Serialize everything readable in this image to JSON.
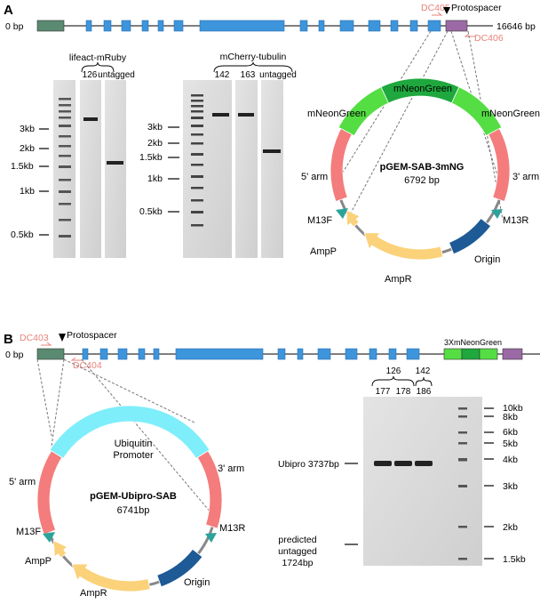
{
  "panel_a": {
    "label": "A",
    "map": {
      "start": "0 bp",
      "end": "16646 bp",
      "primer_fwd": "DC405",
      "primer_rev": "DC406",
      "protospacer": "Protospacer"
    },
    "gel1": {
      "group_label": "lifeact-mRuby",
      "lanes": [
        "126",
        "untagged"
      ],
      "markers": [
        "3kb",
        "2kb",
        "1.5kb",
        "1kb",
        "0.5kb"
      ]
    },
    "gel2": {
      "group_label": "mCherry-tubulin",
      "lanes": [
        "142",
        "163",
        "untagged"
      ],
      "markers": [
        "3kb",
        "2kb",
        "1.5kb",
        "1kb",
        "0.5kb"
      ]
    },
    "plasmid": {
      "name": "pGEM-SAB-3mNG",
      "size": "6792 bp",
      "seg_top": "mNeonGreen",
      "seg_left": "mNeonGreen",
      "seg_right": "mNeonGreen",
      "arm5": "5' arm",
      "arm3": "3' arm",
      "m13f": "M13F",
      "m13r": "M13R",
      "ampp": "AmpP",
      "ampr": "AmpR",
      "origin": "Origin"
    }
  },
  "panel_b": {
    "label": "B",
    "map": {
      "start": "0 bp",
      "primer_fwd": "DC403",
      "primer_rev": "DC404",
      "protospacer": "Protospacer",
      "tag": "3XmNeonGreen"
    },
    "plasmid": {
      "name": "pGEM-Ubipro-SAB",
      "size": "6741bp",
      "promoter_line1": "Ubiquitin",
      "promoter_line2": "Promoter",
      "arm5": "5' arm",
      "arm3": "3' arm",
      "m13f": "M13F",
      "m13r": "M13R",
      "ampp": "AmpP",
      "ampr": "AmpR",
      "origin": "Origin"
    },
    "gel": {
      "group1": "126",
      "group2": "142",
      "lanes": [
        "177",
        "178",
        "186"
      ],
      "band_label": "Ubipro 3737bp",
      "pred_line1": "predicted",
      "pred_line2": "untagged",
      "pred_line3": "1724bp",
      "markers": [
        "10kb",
        "8kb",
        "6kb",
        "5kb",
        "4kb",
        "3kb",
        "2kb",
        "1.5kb"
      ]
    }
  },
  "colors": {
    "exon": "#3d95dc",
    "exon_dark": "#2b6fb0",
    "arm_green": "#5a8a72",
    "purple": "#9b6aa6",
    "primer": "#e8837a",
    "neon_light": "#55dd44",
    "neon_dark": "#1fa83e",
    "arm_pink": "#f47c7c",
    "ubiquitin": "#7eeefa",
    "amp_yellow": "#fbd27a",
    "origin_blue": "#1d5a96",
    "teal": "#2aa39b",
    "gel_bg": "#d6d6d6",
    "band": "#222222"
  }
}
